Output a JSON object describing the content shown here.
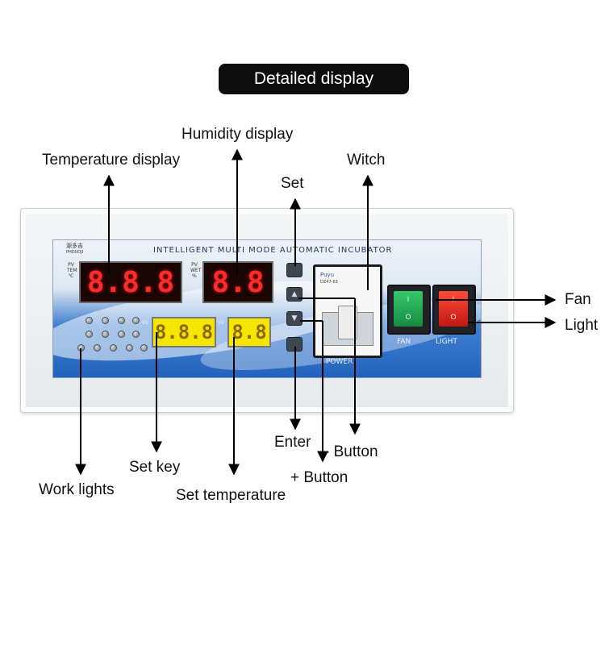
{
  "title": "Detailed display",
  "labels": {
    "temperature_display": "Temperature display",
    "humidity_display": "Humidity display",
    "set": "Set",
    "witch": "Witch",
    "fan": "Fan",
    "light": "Light",
    "enter": "Enter",
    "minus_button": "- Button",
    "plus_button": "+ Button",
    "set_key": "Set key",
    "work_lights": "Work lights",
    "set_temperature": "Set temperature"
  },
  "device": {
    "brand": "源多吉",
    "brand_sub": "PHDUOJI",
    "panel_title": "INTELLIGENT MULTI MODE AUTOMATIC INCUBATOR",
    "temp_pv_label": "PV TEM ℃",
    "temp_display": "8.8.8",
    "hum_pv_label": "PV WET %",
    "hum_display": "8.8",
    "sv1": "SV",
    "set_temp_display": "8.8.8",
    "sv2": "SV",
    "set_hum_display": "8.8",
    "key_up": "▲",
    "key_down": "▼",
    "breaker_brand": "Puyu",
    "breaker_model": "DZ47-63",
    "power": "POWER",
    "fan": "FAN",
    "light": "LIGHT",
    "rocker_on": "I",
    "rocker_off": "O"
  }
}
